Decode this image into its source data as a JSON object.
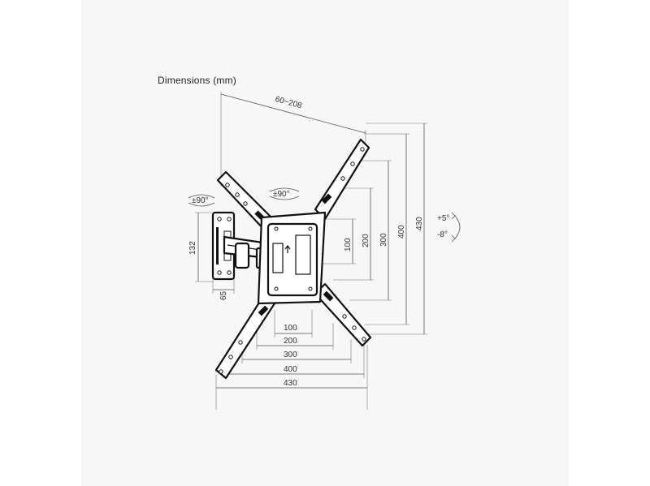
{
  "title": "Dimensions (mm)",
  "labels": {
    "arm_extension": "60~208",
    "wall_rotation": "±90°",
    "head_rotation": "±90°",
    "tilt_up": "+5°",
    "tilt_down": "-8°",
    "wall_plate_height": "132",
    "wall_plate_width": "65",
    "v100": "100",
    "v200": "200",
    "v300": "300",
    "v400": "400",
    "v430": "430",
    "h100": "100",
    "h200": "200",
    "h300": "300",
    "h400": "400",
    "h430": "430"
  },
  "colors": {
    "line": "#111111",
    "dimension": "#555555",
    "panel": "#f7f7f7"
  }
}
